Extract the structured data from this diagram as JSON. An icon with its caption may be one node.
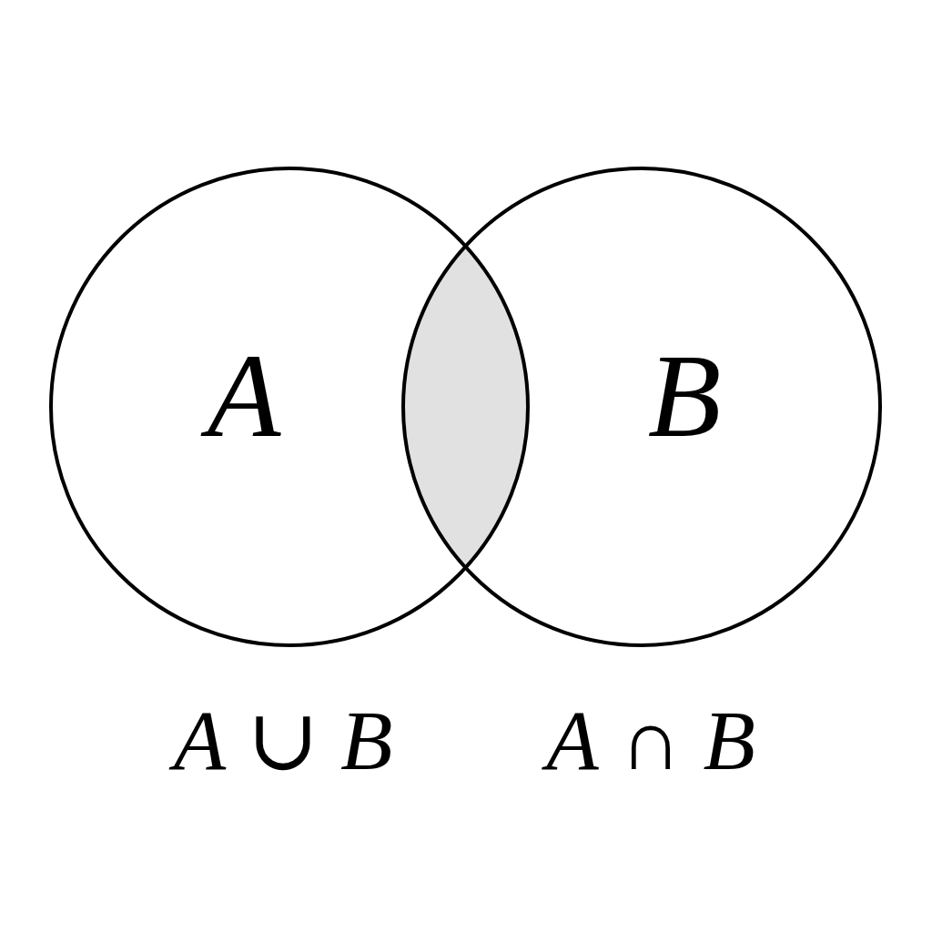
{
  "diagram": {
    "nodes": [
      {
        "text": [
          "A"
        ]
      },
      {
        "text": [],
        "shape": "lens"
      },
      {
        "text": [
          "B"
        ]
      }
    ],
    "labels": [
      "*A* ∪ *B*",
      "*A* ∩ *B*"
    ]
  }
}
